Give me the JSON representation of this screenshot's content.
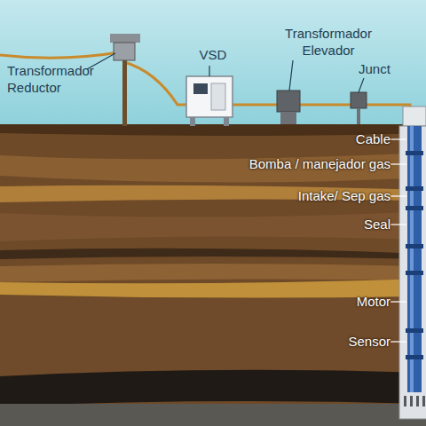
{
  "diagram": {
    "labels": [
      "Transformador Reductor",
      "VSD",
      "Transformador Elevador",
      "Junct",
      "Cable",
      "Bomba / manejador gas",
      "Intake/ Sep gas",
      "Seal",
      "Motor",
      "Sensor"
    ]
  }
}
